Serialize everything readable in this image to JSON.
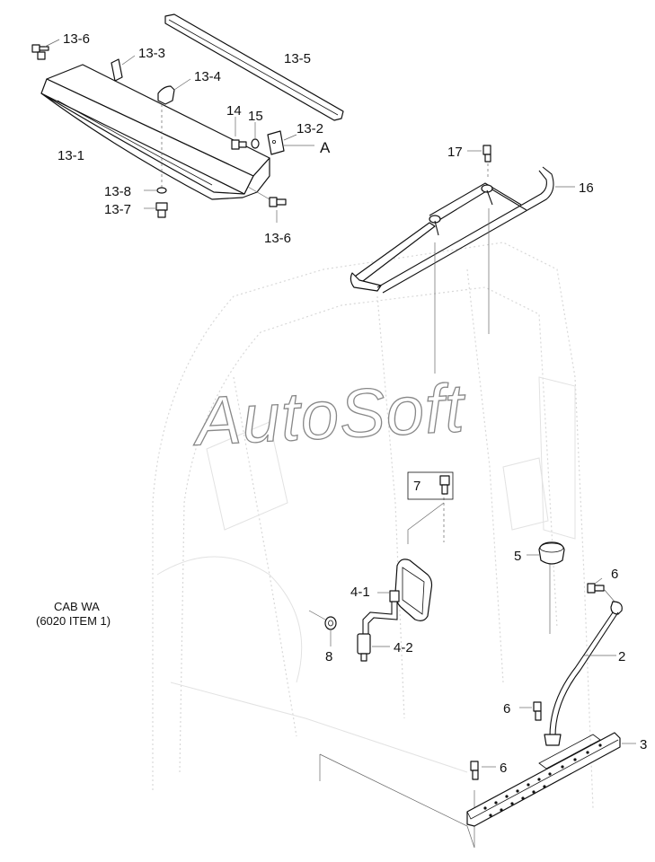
{
  "watermark": "AutoSoft",
  "note": {
    "line1": "CAB WA",
    "line2": "(6020 ITEM 1)"
  },
  "callouts": {
    "c13_6a": "13-6",
    "c13_3": "13-3",
    "c13_5": "13-5",
    "c13_4": "13-4",
    "c14": "14",
    "c15": "15",
    "c13_2": "13-2",
    "cA": "A",
    "c13_1": "13-1",
    "c13_8": "13-8",
    "c13_7": "13-7",
    "c13_6b": "13-6",
    "c17": "17",
    "c16": "16",
    "c7": "7",
    "c5": "5",
    "c6a": "6",
    "c4_1": "4-1",
    "c8": "8",
    "c4_2": "4-2",
    "c2": "2",
    "c6b": "6",
    "c3": "3",
    "c6c": "6"
  }
}
